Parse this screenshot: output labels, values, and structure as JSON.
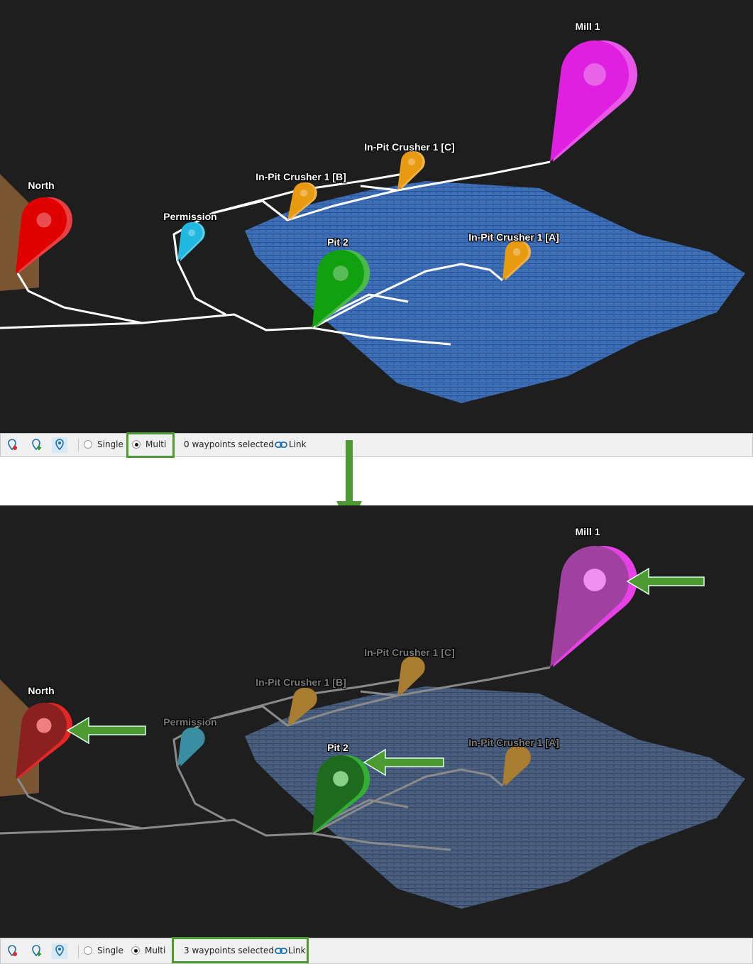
{
  "waypoints": [
    {
      "id": "north",
      "label": "North",
      "color": "#e00000"
    },
    {
      "id": "permission",
      "label": "Permission",
      "color": "#20b8e0"
    },
    {
      "id": "crusher-b",
      "label": "In-Pit Crusher 1 [B]",
      "color": "#e89a10"
    },
    {
      "id": "crusher-c",
      "label": "In-Pit Crusher 1 [C]",
      "color": "#e89a10"
    },
    {
      "id": "mill-1",
      "label": "Mill 1",
      "color": "#e020e0"
    },
    {
      "id": "pit-2",
      "label": "Pit 2",
      "color": "#10a010"
    },
    {
      "id": "crusher-a",
      "label": "In-Pit Crusher 1 [A]",
      "color": "#e89a10"
    }
  ],
  "before": {
    "toolbar": {
      "single_label": "Single",
      "multi_label": "Multi",
      "mode": "Multi",
      "status": "0 waypoints selected",
      "link_label": "Link"
    },
    "selected": []
  },
  "after": {
    "toolbar": {
      "single_label": "Single",
      "multi_label": "Multi",
      "mode": "Multi",
      "status": "3 waypoints selected",
      "link_label": "Link"
    },
    "selected": [
      "north",
      "pit-2",
      "mill-1"
    ]
  },
  "colors": {
    "highlight": "#4d9a33",
    "mesh": "#3d6fb8",
    "background": "#1e1e1e"
  }
}
